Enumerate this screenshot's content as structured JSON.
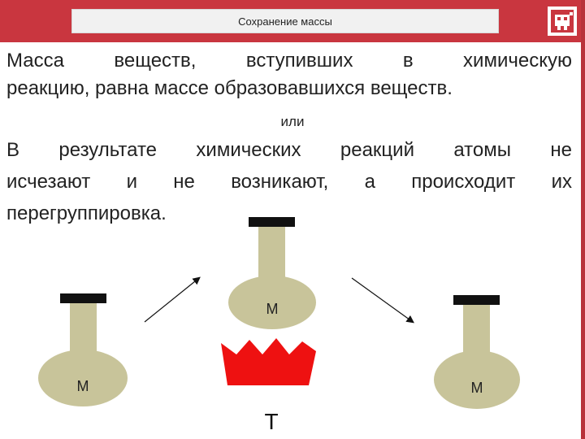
{
  "header": {
    "title": "Сохранение массы",
    "logo_icon": "red-robot-logo-icon",
    "accent_color": "#c9363f"
  },
  "content": {
    "paragraph1_line1": "Масса веществ, вступивших в химическую",
    "paragraph1_line2": "реакцию, равна массе образовавшихся веществ.",
    "or_label": "или",
    "paragraph2_line1": "В результате химических реакций атомы не",
    "paragraph2_line2": "исчезают и не возникают, а происходит их",
    "paragraph2_line3": "перегруппировка."
  },
  "diagram": {
    "flask_left_label": "M",
    "flask_center_label": "M",
    "flask_right_label": "M",
    "heat_label": "T",
    "flask_color": "#c8c49a",
    "stopper_color": "#111111",
    "flame_color": "#ee1111"
  }
}
